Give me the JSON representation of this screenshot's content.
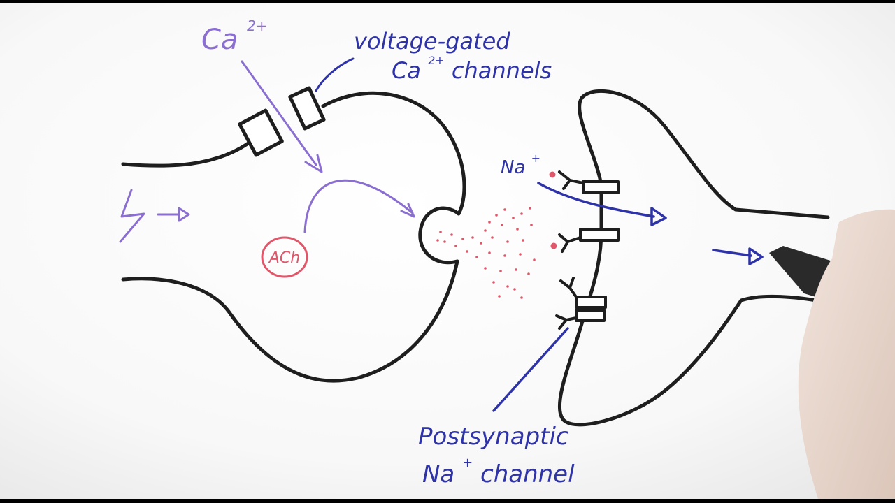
{
  "labels": {
    "ca": {
      "base": "Ca",
      "sup": "2+"
    },
    "vgcc_line1": "voltage-gated",
    "vgcc_line2": {
      "base": "Ca",
      "sup": "2+",
      "rest": " channels"
    },
    "na": {
      "base": "Na",
      "sup": "+"
    },
    "ach": "ACh",
    "postsyn_line1": "Postsynaptic",
    "postsyn_line2": {
      "base": "Na",
      "sup": "+",
      "rest": " channel"
    }
  },
  "colors": {
    "paper": "#fdfdfd",
    "outline": "#1e1e1e",
    "purple": "#8a6fd0",
    "blue": "#2f33a8",
    "red": "#e0566a"
  }
}
